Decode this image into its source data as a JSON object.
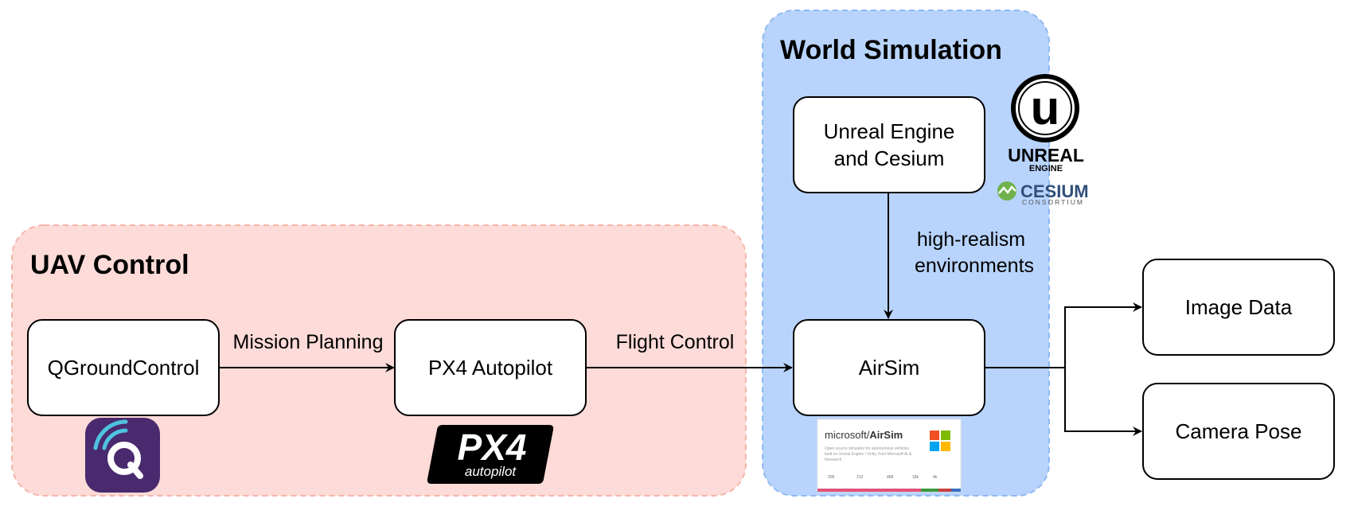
{
  "groups": {
    "uav_control": {
      "title": "UAV Control",
      "fill": "#fddbd8",
      "stroke": "#f4b6a8"
    },
    "world_simulation": {
      "title": "World Simulation",
      "fill": "#b8d4fc",
      "stroke": "#8fb8f2"
    }
  },
  "nodes": {
    "qgroundcontrol": {
      "label": "QGroundControl"
    },
    "px4": {
      "label": "PX4 Autopilot"
    },
    "airsim": {
      "label": "AirSim"
    },
    "unreal": {
      "line1": "Unreal Engine",
      "line2": "and Cesium"
    },
    "image_data": {
      "label": "Image Data"
    },
    "camera_pose": {
      "label": "Camera Pose"
    }
  },
  "edges": {
    "mission_planning": "Mission Planning",
    "flight_control": "Flight Control",
    "high_realism": {
      "line1": "high-realism",
      "line2": "environments"
    }
  },
  "logos": {
    "qgc": {
      "icon": "qgroundcontrol-logo",
      "color": "#4a2a6e"
    },
    "px4": {
      "line1": "PX4",
      "line2": "autopilot"
    },
    "unreal": {
      "glyph": "u",
      "line1": "UNREAL",
      "line2": "ENGINE"
    },
    "cesium": {
      "line1": "CESIUM",
      "line2": "CONSORTIUM"
    },
    "airsim_card": {
      "owner": "microsoft/",
      "repo": "AirSim",
      "description_line1": "Open source simulator for autonomous vehicles",
      "description_line2": "built on Unreal Engine / Unity, from Microsoft AI &",
      "description_line3": "Research",
      "stats": [
        "206",
        "212",
        "468",
        "16k",
        "4k"
      ]
    }
  }
}
